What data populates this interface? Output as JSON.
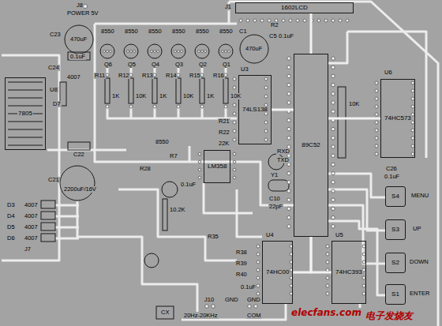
{
  "diagram": {
    "nodes": [
      {
        "text": [
          "1602LCD"
        ]
      },
      {
        "text": [
          "74LS138"
        ]
      },
      {
        "text": [
          "89C52"
        ]
      },
      {
        "text": [
          "74HC573"
        ]
      },
      {
        "text": [
          "7805"
        ]
      },
      {
        "text": [
          "LM358"
        ]
      },
      {
        "text": [
          "74HC00"
        ]
      },
      {
        "text": [
          "74HC393"
        ]
      },
      {
        "text": [
          "S4"
        ]
      },
      {
        "text": [
          "S3"
        ]
      },
      {
        "text": [
          "S2"
        ]
      },
      {
        "text": [
          "S1"
        ]
      }
    ],
    "edges": [
      {
        "from": 2,
        "to": 3,
        "arrow": "none"
      },
      {
        "from": 2,
        "to": 1,
        "arrow": "none"
      },
      {
        "from": 2,
        "to": 0,
        "arrow": "none"
      },
      {
        "from": 2,
        "to": 6,
        "arrow": "none"
      },
      {
        "from": 2,
        "to": 7,
        "arrow": "none"
      }
    ],
    "labels": [
      "J8",
      "POWER 5V",
      "C23",
      "470uF",
      "0.1uF",
      "C24",
      "U8",
      "D7",
      "4007",
      "C22",
      "C21",
      "2200uF/16V",
      "D3",
      "4007",
      "D4",
      "4007",
      "D5",
      "4007",
      "D6",
      "4007",
      "J7",
      "8550",
      "8550",
      "8550",
      "8550",
      "8550",
      "8550",
      "Q6",
      "Q5",
      "Q4",
      "Q3",
      "Q2",
      "Q1",
      "R11",
      "R12",
      "R13",
      "R14",
      "R15",
      "R16",
      "1K",
      "10K",
      "1K",
      "10K",
      "1K",
      "10K",
      "C1",
      "470uF",
      "J1",
      "R2",
      "C5",
      "0.1uF",
      "U3",
      "R21",
      "R22",
      "22K",
      "RXD",
      "TXD",
      "Y1",
      "C10",
      "22pF",
      "U6",
      "10K",
      "C26",
      "0.1uF",
      "MENU",
      "UP",
      "DOWN",
      "ENTER",
      "U4",
      "U5",
      "8550",
      "R28",
      "R7",
      "10.2K",
      "0.1uF",
      "R35",
      "R38",
      "R39",
      "R40",
      "0.1uF",
      "J10",
      "20Hz-20KHz",
      "GND",
      "GND",
      "COM",
      "CX",
      "elecfans.com",
      "电子发烧友"
    ]
  }
}
